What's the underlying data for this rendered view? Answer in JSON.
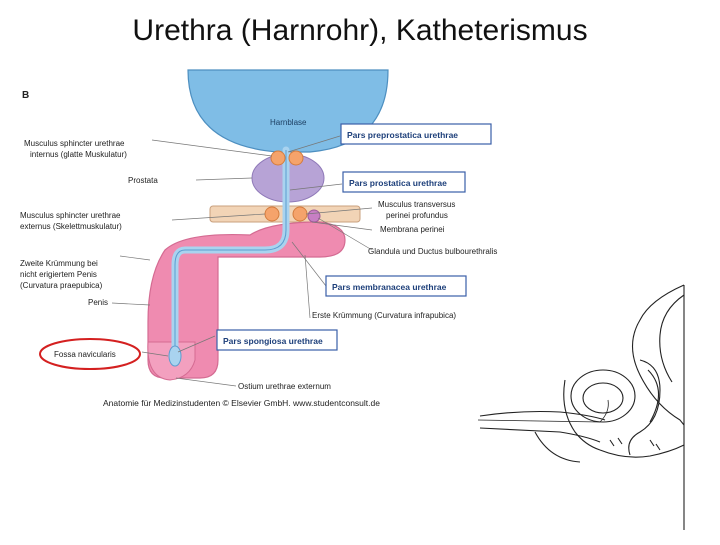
{
  "title": "Urethra (Harnrohr), Katheterismus",
  "figure": {
    "panel_letter": "B",
    "bladder_label": "Harnblase",
    "left_labels": {
      "sphincter_int_1": "Musculus sphincter urethrae",
      "sphincter_int_2": "internus (glatte Muskulatur)",
      "prostata": "Prostata",
      "sphincter_ext_1": "Musculus sphincter urethrae",
      "sphincter_ext_2": "externus (Skelettmuskulatur)",
      "zweite_1": "Zweite Krümmung bei",
      "zweite_2": "nicht erigiertem Penis",
      "zweite_3": "(Curvatura praepubica)",
      "penis": "Penis",
      "fossa": "Fossa navicularis"
    },
    "boxes": {
      "preprostatica": "Pars preprostatica urethrae",
      "prostatica": "Pars prostatica urethrae",
      "membranacea": "Pars membranacea urethrae",
      "spongiosa": "Pars spongiosa urethrae"
    },
    "right_labels": {
      "transversus_1": "Musculus transversus",
      "transversus_2": "perinei profundus",
      "membrana": "Membrana perinei",
      "glandula": "Glandula und Ductus bulbourethralis",
      "erste": "Erste Krümmung (Curvatura infrapubica)"
    },
    "bottom_label": "Ostium urethrae externum",
    "credit": "Anatomie für Medizinstudenten © Elsevier GmbH. www.studentconsult.de"
  },
  "colors": {
    "bladder": "#7fbde6",
    "urethra": "#a9d3ef",
    "prostate": "#b7a3d6",
    "spongiosum": "#ef8bb0",
    "box_border": "#3a5fa8",
    "highlight": "#d42020"
  }
}
